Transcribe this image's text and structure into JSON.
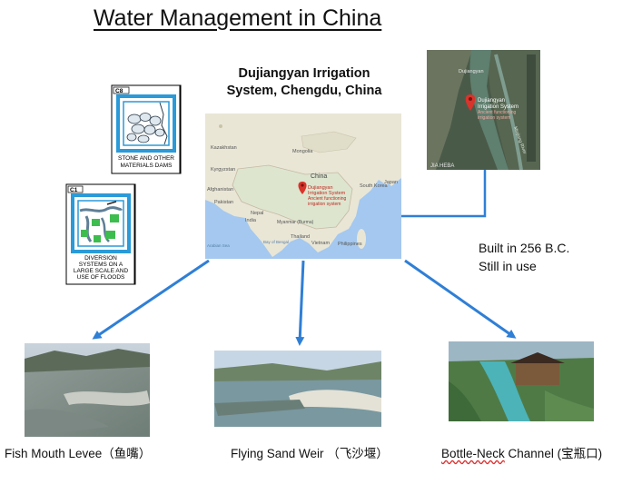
{
  "title": "Water Management in China",
  "subtitle_line1": "Dujiangyan Irrigation",
  "subtitle_line2": "System, Chengdu, China",
  "built_line1": "Built in 256 B.C.",
  "built_line2": "Still in use",
  "icons": {
    "c8": {
      "code": "C8",
      "label_line1": "STONE AND OTHER",
      "label_line2": "MATERIALS DAMS"
    },
    "c1": {
      "code": "C1",
      "label_line1": "DIVERSION",
      "label_line2": "SYSTEMS ON A",
      "label_line3": "LARGE SCALE AND",
      "label_line4": "USE OF FLOODS"
    }
  },
  "china_map": {
    "pin_title_line1": "Dujiangyan",
    "pin_title_line2": "Irrigation System",
    "pin_desc_line1": "Ancient functioning",
    "pin_desc_line2": "irrigation system",
    "places": {
      "kazakhstan": "Kazakhstan",
      "mongolia": "Mongolia",
      "kyrgyzstan": "Kyrgyzstan",
      "afghanistan": "Afghanistan",
      "pakistan": "Pakistan",
      "nepal": "Nepal",
      "india": "India",
      "china": "China",
      "south_korea": "South Korea",
      "japan": "Japan",
      "myanmar": "Myanmar (Burma)",
      "thailand": "Thailand",
      "vietnam": "Vietnam",
      "philippines": "Philippines",
      "bay": "Bay of Bengal",
      "sea": "Arabian Sea"
    }
  },
  "satellite": {
    "place_label": "Dujiangyan",
    "pin_title_line1": "Dujiangyan",
    "pin_title_line2": "Irrigation System",
    "pin_desc_line1": "Ancient functioning",
    "pin_desc_line2": "irrigation system",
    "river_label": "Minjiang River",
    "bottom_label": "JIA HEBA"
  },
  "captions": {
    "fish_mouth": "Fish Mouth Levee（鱼嘴）",
    "flying_sand": "Flying Sand Weir （飞沙堰）",
    "bottle_neck_a": "Bottle-Neck",
    "bottle_neck_b": " Channel (宝瓶口)"
  },
  "colors": {
    "arrow": "#2f7fd6",
    "map_water": "#a4c8ef",
    "map_land": "#e9e6d6",
    "pin": "#d9342b"
  }
}
